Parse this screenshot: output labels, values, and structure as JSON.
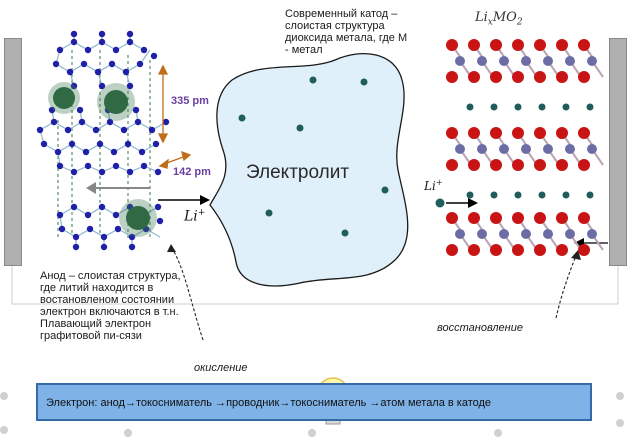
{
  "labels": {
    "cathode_title": [
      "Современный катод –",
      "слоистая структура",
      "диоксида метала, где М",
      "- метал"
    ],
    "formula_base": "Li",
    "formula_sub": "x",
    "formula_mid": "MO",
    "formula_sub2": "2",
    "electrolyte": "Электролит",
    "dim_335": "335 pm",
    "dim_142": "142 pm",
    "li_ion_left": "Li",
    "li_ion_right": "Li",
    "li_plus": "+",
    "anode_text": [
      "Анод – слоистая структура,",
      "где литий находится в",
      "востановленом состоянии",
      "электрон включаются в т.н.",
      "Плавающий электрон",
      "графитовой пи-сязи"
    ],
    "oxidation": "окисление",
    "reduction": "восстановление",
    "electron_path": "Электрон: анод→токосниматель →проводник→токосниматель →атом метала в катоде"
  },
  "colors": {
    "carbon": "#1f1fa8",
    "lithium": "#3e7a52",
    "electrolyte_fill": "#dff0fa",
    "dimension": "#6b3fa0",
    "oxygen": "#c81414",
    "metal": "#6d6da6",
    "banner": "#7fb3e8"
  }
}
